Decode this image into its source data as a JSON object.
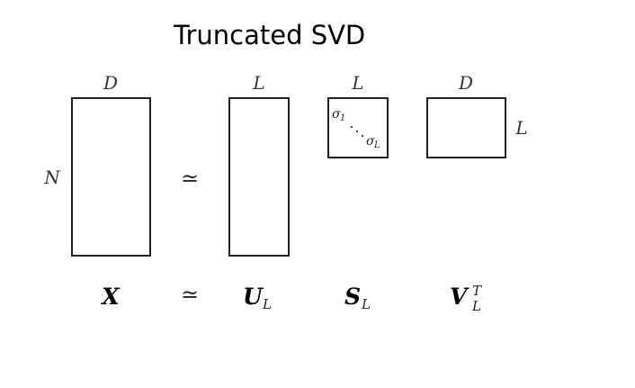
{
  "title": "Truncated SVD",
  "dims": {
    "x_cols": "D",
    "x_rows": "N",
    "u_cols": "L",
    "s_cols": "L",
    "v_cols": "D",
    "v_rows": "L"
  },
  "approx_symbol": "≃",
  "diagonal": {
    "first_sigma": "σ",
    "first_sub": "1",
    "last_sigma": "σ",
    "last_sub": "L"
  },
  "labels": {
    "x": "X",
    "u": "U",
    "u_sub": "L",
    "s": "S",
    "s_sub": "L",
    "v": "V",
    "v_sub": "L",
    "v_sup": "T"
  }
}
